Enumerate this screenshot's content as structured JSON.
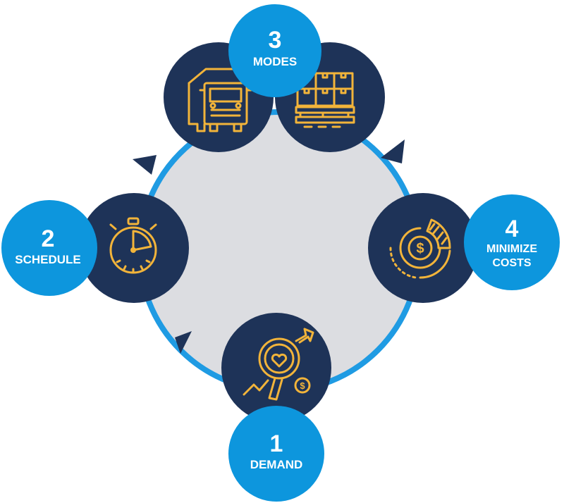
{
  "colors": {
    "ring": "#1f9be3",
    "center": "#dcdde1",
    "navy": "#1e3358",
    "blue": "#0d96dd",
    "icon": "#f2b43a"
  },
  "steps": [
    {
      "number": "1",
      "label": "DEMAND",
      "icon": "search-heart-dollar-icon"
    },
    {
      "number": "2",
      "label": "SCHEDULE",
      "icon": "stopwatch-icon"
    },
    {
      "number": "3",
      "label": "MODES",
      "icons": [
        "truck-icon",
        "pallet-boxes-icon"
      ]
    },
    {
      "number": "4",
      "label_line1": "MINIMIZE",
      "label_line2": "COSTS",
      "icon": "cost-chart-icon"
    }
  ]
}
